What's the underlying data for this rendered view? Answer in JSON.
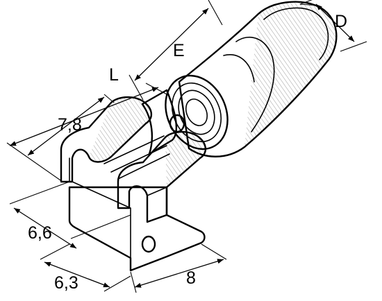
{
  "dimensions": {
    "D": "D",
    "E": "E",
    "L": "L",
    "w78": "7,8",
    "w66": "6,6",
    "w63": "6,3",
    "w8": "8"
  }
}
